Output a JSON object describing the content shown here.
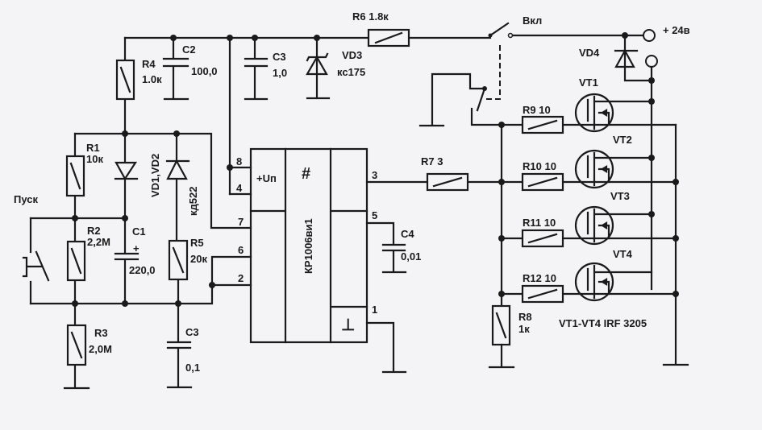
{
  "labels": {
    "r4": "R4",
    "r4v": "1.0к",
    "c2": "C2",
    "c2v": "100,0",
    "c3a": "C3",
    "c3av": "1,0",
    "vd3": "VD3",
    "vd3v": "кс175",
    "r6": "R6  1.8к",
    "sw": "Вкл",
    "plus24": "+ 24в",
    "vd4": "VD4",
    "r1": "R1",
    "r1v": "10к",
    "pusk": "Пуск",
    "vd12": "VD1,VD2",
    "vd12v": "кд522",
    "r2": "R2",
    "r2v": "2,2М",
    "c1": "C1",
    "c1plus": "+",
    "c1v": "220,0",
    "r5": "R5",
    "r5v": "20к",
    "r3": "R3",
    "r3v": "2,0М",
    "c3b": "C3",
    "c3bv": "0,1",
    "r7": "R7 3",
    "c4": "C4",
    "c4v": "0,01",
    "r8": "R8",
    "r8v": "1к",
    "r9": "R9 10",
    "r10": "R10  10",
    "r11": "R11  10",
    "r12": "R12  10",
    "vt1": "VT1",
    "vt2": "VT2",
    "vt3": "VT3",
    "vt4": "VT4",
    "vtnote": "VT1-VT4  IRF 3205"
  },
  "ic": {
    "name": "КР1006ви1",
    "hash": "#",
    "power": "+Uп",
    "gnd": "⊥",
    "pins": {
      "p8": "8",
      "p4": "4",
      "p7": "7",
      "p6": "6",
      "p2": "2",
      "p3": "3",
      "p5": "5",
      "p1": "1"
    }
  }
}
